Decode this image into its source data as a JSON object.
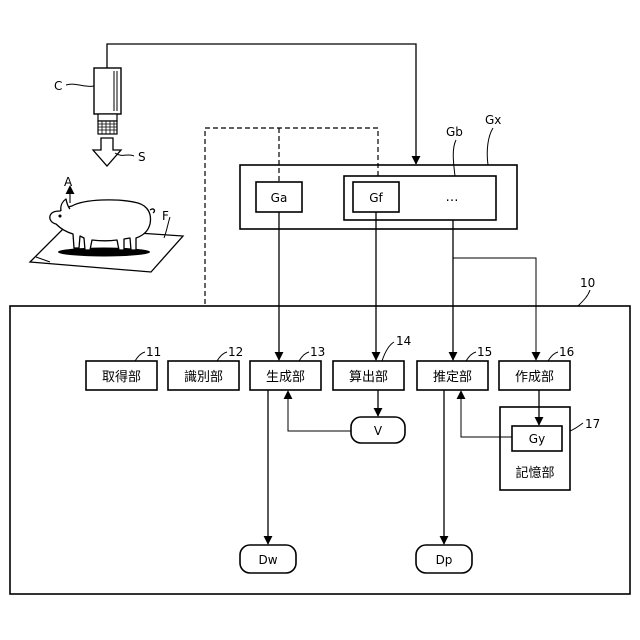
{
  "labels": {
    "camera": "C",
    "shooting": "S",
    "direction": "A",
    "floor": "F",
    "image_gx": "Gx",
    "image_gb": "Gb",
    "image_ga": "Ga",
    "image_gf": "Gf",
    "ellipsis": "…",
    "device": "10",
    "volume": "V",
    "weight_out": "Dw",
    "pose_out": "Dp",
    "gy": "Gy",
    "storage_unit": "記憶部",
    "storage_num": "17"
  },
  "units": [
    {
      "id": "acquire",
      "label": "取得部",
      "num": "11"
    },
    {
      "id": "identify",
      "label": "識別部",
      "num": "12"
    },
    {
      "id": "generate",
      "label": "生成部",
      "num": "13"
    },
    {
      "id": "calculate",
      "label": "算出部",
      "num": "14"
    },
    {
      "id": "estimate",
      "label": "推定部",
      "num": "15"
    },
    {
      "id": "create",
      "label": "作成部",
      "num": "16"
    }
  ]
}
